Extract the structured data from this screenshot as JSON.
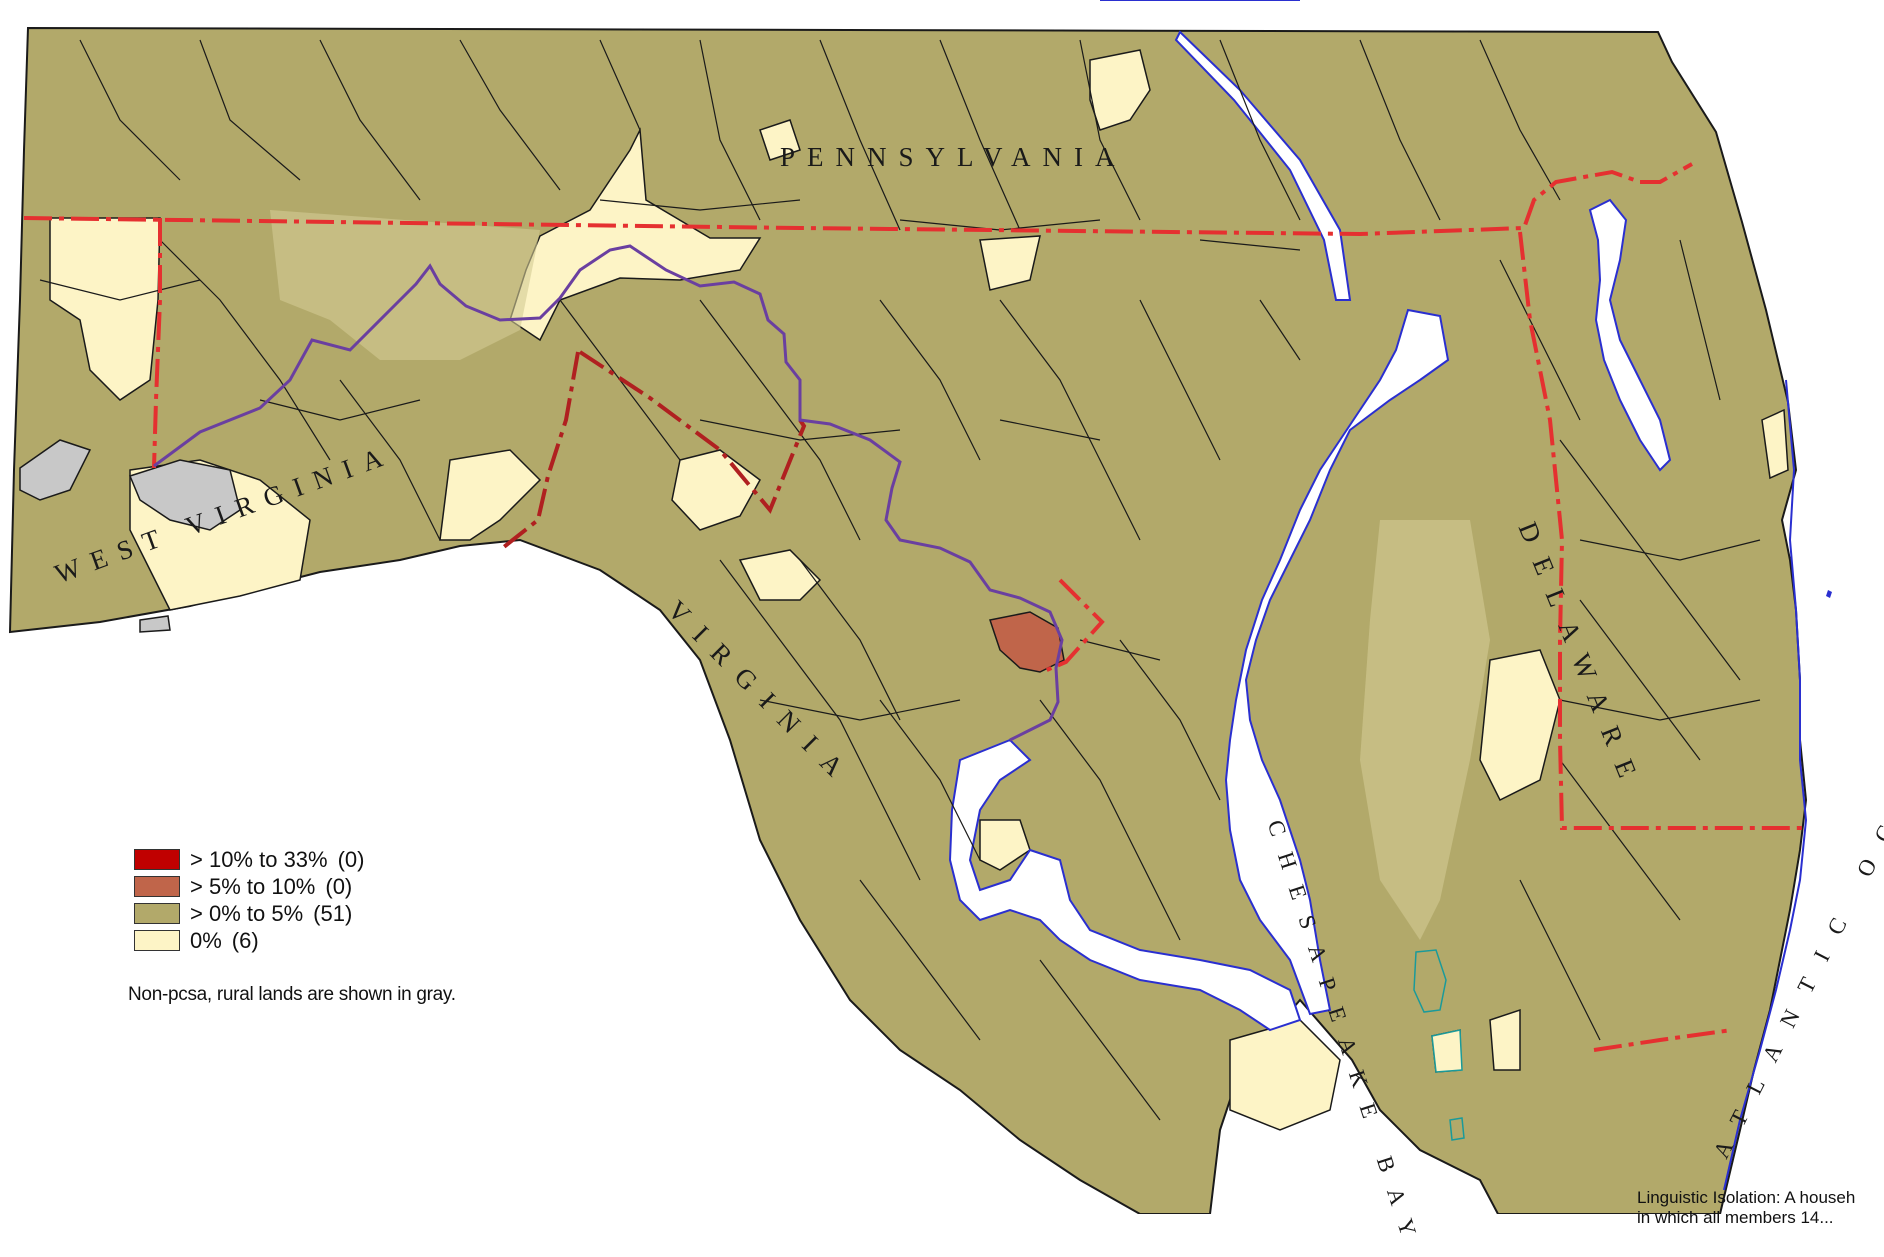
{
  "map": {
    "colors": {
      "band_10_33": "#c00000",
      "band_5_10": "#c0654a",
      "band_0_5": "#b2a96a",
      "band_0": "#fdf4c6",
      "non_pcsa": "#c8c8c8",
      "water": "#ffffff",
      "state_border": "#e53030",
      "river_border": "#6a3fa0",
      "shoreline": "#2a2fd0",
      "tract_lines": "#1a1a1a"
    },
    "labels": {
      "pennsylvania": "PENNSYLVANIA",
      "west_virginia": "WEST VIRGINIA",
      "virginia": "VIRGINIA",
      "delaware": "DELAWARE",
      "chesapeake_bay": "CHESAPEAKE BAY",
      "atlantic_ocean": "ATLANTIC OCEAN"
    }
  },
  "legend": {
    "items": [
      {
        "label": "> 10% to 33%",
        "count": "(0)",
        "color": "#c00000"
      },
      {
        "label": "> 5% to 10%",
        "count": "(0)",
        "color": "#c0654a"
      },
      {
        "label": "> 0% to 5%",
        "count": "(51)",
        "color": "#b2a96a"
      },
      {
        "label": "0%",
        "count": "(6)",
        "color": "#fdf4c6"
      }
    ],
    "note": "Non-pcsa, rural lands are shown in gray."
  },
  "caption": {
    "line1": "Linguistic Isolation: A househ",
    "line2": "in which all members 14..."
  }
}
